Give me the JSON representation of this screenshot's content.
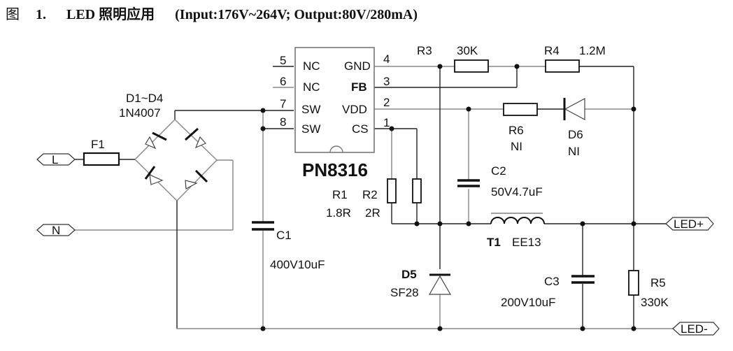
{
  "caption": {
    "figure": "图",
    "number": "1.",
    "title": "LED 照明应用",
    "spec": "(Input:176V~264V; Output:80V/280mA)"
  },
  "ic": {
    "name": "PN8316",
    "pins_left": [
      {
        "num": "5",
        "label": "NC"
      },
      {
        "num": "6",
        "label": "NC"
      },
      {
        "num": "7",
        "label": "SW"
      },
      {
        "num": "8",
        "label": "SW"
      }
    ],
    "pins_right": [
      {
        "num": "4",
        "label": "GND"
      },
      {
        "num": "3",
        "label": "FB"
      },
      {
        "num": "2",
        "label": "VDD"
      },
      {
        "num": "1",
        "label": "CS"
      }
    ]
  },
  "components": {
    "F1": {
      "ref": "F1"
    },
    "bridge": {
      "ref": "D1~D4",
      "value": "1N4007"
    },
    "C1": {
      "ref": "C1",
      "value": "400V10uF"
    },
    "R1": {
      "ref": "R1",
      "value": "1.8R"
    },
    "R2": {
      "ref": "R2",
      "value": "2R"
    },
    "R3": {
      "ref": "R3",
      "value": "30K"
    },
    "R4": {
      "ref": "R4",
      "value": "1.2M"
    },
    "R5": {
      "ref": "R5",
      "value": "330K"
    },
    "R6": {
      "ref": "R6",
      "value": "NI"
    },
    "D5": {
      "ref": "D5",
      "value": "SF28"
    },
    "D6": {
      "ref": "D6",
      "value": "NI"
    },
    "C2": {
      "ref": "C2",
      "value": "50V4.7uF"
    },
    "C3": {
      "ref": "C3",
      "value": "200V10uF"
    },
    "T1": {
      "ref": "T1",
      "value": "EE13"
    }
  },
  "ports": {
    "L": "L",
    "N": "N",
    "LED_plus": "LED+",
    "LED_minus": "LED-"
  }
}
